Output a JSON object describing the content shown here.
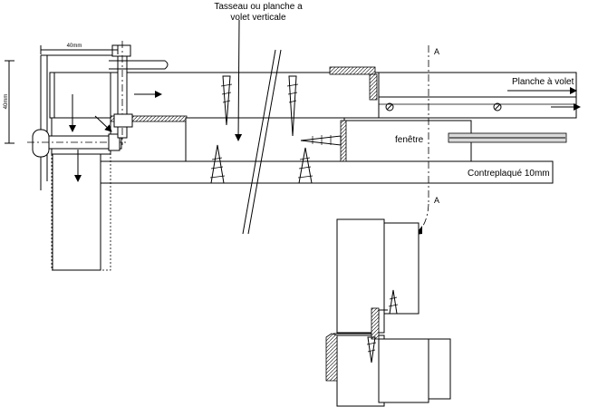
{
  "labels": {
    "tasseau_line1": "Tasseau ou planche a",
    "tasseau_line2": "volet verticale",
    "planche_volet": "Planche à volet",
    "fenetre": "fenêtre",
    "contreplaque": "Contreplaqué 10mm",
    "dim_horizontal": "40mm",
    "dim_vertical": "40mm",
    "section_top": "A",
    "section_bottom": "A"
  }
}
